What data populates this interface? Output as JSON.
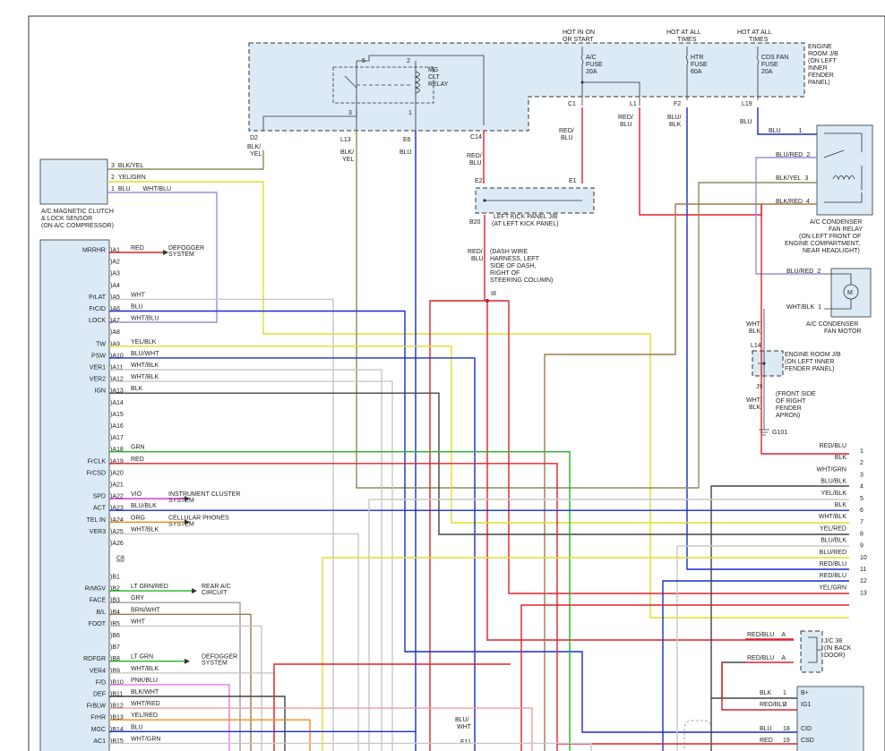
{
  "top": {
    "hot_in_on": [
      "HOT IN ON",
      "OR START"
    ],
    "hot_at_all_1": [
      "HOT AT ALL",
      "TIMES"
    ],
    "hot_at_all_2": [
      "HOT AT ALL",
      "TIMES"
    ]
  },
  "engine_room_jb": [
    "ENGINE",
    "ROOM J/B",
    "(ON LEFT",
    "INNER",
    "FENDER",
    "PANEL)"
  ],
  "fuses": [
    {
      "lines": [
        "A/C",
        "FUSE",
        "20A"
      ]
    },
    {
      "lines": [
        "HTR",
        "FUSE",
        "60A"
      ]
    },
    {
      "lines": [
        "CDS FAN",
        "FUSE",
        "20A"
      ]
    }
  ],
  "relay": {
    "label": [
      "MG",
      "CLT",
      "RELAY"
    ],
    "pins": [
      "5",
      "2",
      "3",
      "1"
    ]
  },
  "pins_top": {
    "d2": "D2",
    "l13": "L13",
    "e6": "E6",
    "c14": "C14",
    "c1": "C1",
    "l1": "L1",
    "f2": "F2",
    "l19": "L19"
  },
  "wire_labels_top": {
    "d2": [
      "BLK/",
      "YEL"
    ],
    "l13": [
      "BLK/",
      "YEL"
    ],
    "e6": "BLU",
    "c14": [
      "RED/",
      "BLU"
    ],
    "c1": [
      "RED/",
      "BLU"
    ],
    "l1": [
      "RED/",
      "BLU"
    ],
    "f2": [
      "BLU/",
      "BLK"
    ],
    "l19": "BLU"
  },
  "sensor": {
    "label": [
      "A/C MAGNETIC CLUTCH",
      "& LOCK SENSOR",
      "(ON A/C COMPRESSOR)"
    ],
    "wires": [
      {
        "pin": "3",
        "color": "BLK/YEL"
      },
      {
        "pin": "2",
        "color": "YEL/GRN"
      },
      {
        "pin": "1",
        "color": "BLU",
        "extra": "WHT/BLU"
      }
    ]
  },
  "kick_panel": {
    "label": [
      "LEFT KICK PANEL J/B",
      "(AT LEFT KICK PANEL)"
    ],
    "pins": [
      "E2",
      "E1",
      "B20"
    ]
  },
  "dash_wire": {
    "label": [
      "(DASH WIRE",
      "HARNESS, LEFT",
      "SIDE OF DASH,",
      "RIGHT OF",
      "STEERING COLUMN)"
    ],
    "pin": "I8",
    "wire": [
      "RED/",
      "BLU"
    ]
  },
  "fan_relay": {
    "label": [
      "A/C CONDENSER",
      "FAN RELAY",
      "(ON LEFT FRONT OF",
      "ENGINE COMPARTMENT,",
      "NEAR HEADLIGHT)"
    ],
    "pins": [
      {
        "pin": "1",
        "color": "BLU"
      },
      {
        "pin": "2",
        "color": "BLU/RED"
      },
      {
        "pin": "3",
        "color": "BLK/YEL"
      },
      {
        "pin": "4",
        "color": "BLK/RED"
      }
    ]
  },
  "fan_motor": {
    "label": [
      "A/C CONDENSER",
      "FAN MOTOR"
    ],
    "pins": [
      {
        "pin": "2",
        "color": "BLU/RED"
      },
      {
        "pin": "1",
        "color": "WHT/BLK"
      }
    ],
    "symbol": "M"
  },
  "engine_jb2": {
    "label": [
      "ENGINE ROOM J/B",
      "(ON LEFT INNER",
      "FENDER PANEL)"
    ],
    "pins": [
      "L14",
      "J9"
    ],
    "wire": [
      "WHT/",
      "BLK"
    ]
  },
  "ground": {
    "label": [
      "(FRONT SIDE",
      "OF RIGHT",
      "FENDER",
      "APRON)"
    ],
    "id": "G101",
    "wire": [
      "WHT/",
      "BLK"
    ]
  },
  "module": {
    "connector_c": "C8",
    "pins_a": [
      {
        "name": "MRRHR",
        "pin": "A1",
        "color": "RED",
        "note": [
          "DEFOGGER",
          "SYSTEM"
        ]
      },
      {
        "name": "",
        "pin": "A2",
        "color": ""
      },
      {
        "name": "",
        "pin": "A3",
        "color": ""
      },
      {
        "name": "",
        "pin": "A4",
        "color": ""
      },
      {
        "name": "FrLAT",
        "pin": "A5",
        "color": "WHT"
      },
      {
        "name": "FrCID",
        "pin": "A6",
        "color": "BLU"
      },
      {
        "name": "LOCK",
        "pin": "A7",
        "color": "WHT/BLU"
      },
      {
        "name": "",
        "pin": "A8",
        "color": ""
      },
      {
        "name": "TW",
        "pin": "A9",
        "color": "YEL/BLK"
      },
      {
        "name": "PSW",
        "pin": "A10",
        "color": "BLU/WHT"
      },
      {
        "name": "VER1",
        "pin": "A11",
        "color": "WHT/BLK"
      },
      {
        "name": "VER2",
        "pin": "A12",
        "color": "WHT/BLK"
      },
      {
        "name": "IGN",
        "pin": "A13",
        "color": "BLK"
      },
      {
        "name": "",
        "pin": "A14",
        "color": ""
      },
      {
        "name": "",
        "pin": "A15",
        "color": ""
      },
      {
        "name": "",
        "pin": "A16",
        "color": ""
      },
      {
        "name": "",
        "pin": "A17",
        "color": ""
      },
      {
        "name": "",
        "pin": "A18",
        "color": "GRN"
      },
      {
        "name": "FrCLK",
        "pin": "A19",
        "color": "RED"
      },
      {
        "name": "FrCSD",
        "pin": "A20",
        "color": ""
      },
      {
        "name": "",
        "pin": "A21",
        "color": ""
      },
      {
        "name": "SPD",
        "pin": "A22",
        "color": "VIO",
        "note": [
          "INSTRUMENT CLUSTER",
          "SYSTEM"
        ]
      },
      {
        "name": "ACT",
        "pin": "A23",
        "color": "BLU/BLK"
      },
      {
        "name": "TEL IN",
        "pin": "A24",
        "color": "ORG",
        "note": [
          "CELLULAR PHONES",
          "SYSTEM"
        ]
      },
      {
        "name": "VER3",
        "pin": "A25",
        "color": "WHT/BLK"
      },
      {
        "name": "",
        "pin": "A26",
        "color": ""
      }
    ],
    "pins_b": [
      {
        "name": "",
        "pin": "B1",
        "color": ""
      },
      {
        "name": "RrMGV",
        "pin": "B2",
        "color": "LT GRN/RED",
        "note": [
          "REAR A/C",
          "CIRCUIT"
        ]
      },
      {
        "name": "FACE",
        "pin": "B3",
        "color": "GRY"
      },
      {
        "name": "B/L",
        "pin": "B4",
        "color": "BRN/WHT"
      },
      {
        "name": "FOOT",
        "pin": "B5",
        "color": "WHT"
      },
      {
        "name": "",
        "pin": "B6",
        "color": ""
      },
      {
        "name": "",
        "pin": "B7",
        "color": ""
      },
      {
        "name": "RDFGR",
        "pin": "B8",
        "color": "LT GRN",
        "note": [
          "DEFOGGER",
          "SYSTEM"
        ]
      },
      {
        "name": "VER4",
        "pin": "B9",
        "color": "WHT/BLK"
      },
      {
        "name": "F/D",
        "pin": "B10",
        "color": "PNK/BLU"
      },
      {
        "name": "DEF",
        "pin": "B11",
        "color": "BLK/WHT"
      },
      {
        "name": "FrBLW",
        "pin": "B12",
        "color": "WHT/RED"
      },
      {
        "name": "FrHR",
        "pin": "B13",
        "color": "YEL/RED"
      },
      {
        "name": "MGC",
        "pin": "B14",
        "color": "BLU"
      },
      {
        "name": "AC1",
        "pin": "B15",
        "color": "WHT/GRN"
      }
    ]
  },
  "right_connector": {
    "rows": [
      {
        "color": "RED/BLU",
        "num": "1"
      },
      {
        "color": "BLK",
        "num": "2"
      },
      {
        "color": "WHT/GRN",
        "num": "3"
      },
      {
        "color": "BLU/BLK",
        "num": "4"
      },
      {
        "color": "YEL/BLK",
        "num": "5"
      },
      {
        "color": "BLK",
        "num": "6"
      },
      {
        "color": "WHT/BLK",
        "num": "7"
      },
      {
        "color": "YEL/RED",
        "num": "8"
      },
      {
        "color": "BLU/BLK",
        "num": "9"
      },
      {
        "color": "BLU/RED",
        "num": "10"
      },
      {
        "color": "RED/BLU",
        "num": "11"
      },
      {
        "color": "RED/BLU",
        "num": "12"
      },
      {
        "color": "YEL/GRN",
        "num": "13"
      }
    ]
  },
  "jc38": {
    "label": [
      "J/C 38",
      "(IN BACK",
      "DOOR)"
    ],
    "rows": [
      {
        "color": "RED/BLU",
        "pin": "A"
      },
      {
        "color": "RED/BLU",
        "pin": "A"
      }
    ]
  },
  "bottom_right": {
    "rows": [
      {
        "color": "BLK",
        "pin": "1",
        "name": "B+"
      },
      {
        "color": "RED/BLU",
        "pin": "2",
        "name": "IG1"
      },
      {
        "color": "BLU",
        "pin": "18",
        "name": "CID"
      },
      {
        "color": "RED",
        "pin": "19",
        "name": "CSD"
      }
    ]
  },
  "bottom_mid": {
    "wire": [
      "BLU/",
      "WHT"
    ],
    "pin": "E11"
  },
  "colors": {
    "red": "#e0202c",
    "blu": "#1a2ccc",
    "blk": "#444444",
    "yel": "#e2de2a",
    "grn": "#22b422",
    "wht": "#c8c8c8",
    "vio": "#cc2acc",
    "org": "#ef8c1c",
    "gry": "#9c9c9c",
    "brn": "#a07a4c",
    "pnk": "#e27ae2",
    "tan": "#9a9a6a",
    "ltpurp": "#9e8cde",
    "olive": "#8c8c5c"
  }
}
